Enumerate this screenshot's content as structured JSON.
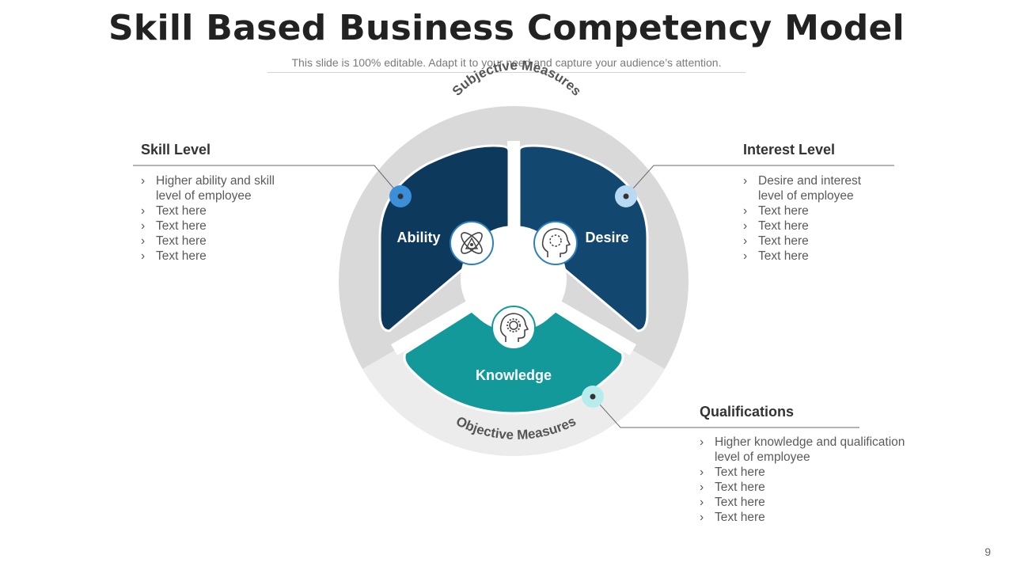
{
  "header": {
    "title": "Skill Based Business Competency Model",
    "subtitle": "This slide is 100% editable. Adapt it to your need and capture your audience’s attention."
  },
  "diagram": {
    "outer_top_label": "Subjective Measures",
    "outer_bottom_label": "Objective Measures",
    "segments": [
      {
        "label": "Ability",
        "icon": "atom-icon",
        "color": "#0d3a5c"
      },
      {
        "label": "Desire",
        "icon": "head-circle-icon",
        "color": "#12476f"
      },
      {
        "label": "Knowledge",
        "icon": "head-gear-icon",
        "color": "#14999a"
      }
    ],
    "colors": {
      "outer_ring": "#d9d9d9",
      "outer_ring_bottom": "#ececec",
      "dot_skill": "#3b8fd9",
      "dot_interest": "#b9d8f2",
      "dot_qualifications": "#b8ecec"
    }
  },
  "panels": {
    "skill_level": {
      "title": "Skill Level",
      "items": [
        "Higher ability and skill level of employee",
        "Text here",
        "Text here",
        "Text here",
        "Text here"
      ]
    },
    "interest_level": {
      "title": "Interest Level",
      "items": [
        "Desire and interest level of employee",
        "Text here",
        "Text here",
        "Text here",
        "Text here"
      ]
    },
    "qualifications": {
      "title": "Qualifications",
      "items": [
        "Higher knowledge and qualification level of employee",
        "Text here",
        "Text here",
        "Text here",
        "Text here"
      ]
    }
  },
  "footer": {
    "page_number": "9"
  }
}
